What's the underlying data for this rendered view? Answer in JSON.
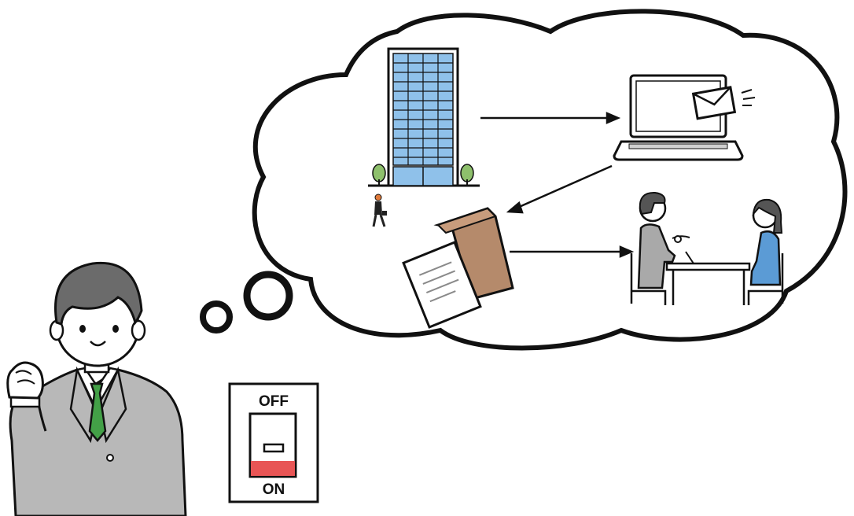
{
  "switch": {
    "label_off": "OFF",
    "label_on": "ON",
    "state": "on"
  },
  "colors": {
    "switch_on": "#e85555",
    "building_glass": "#8fc1ea",
    "tree": "#8ec06c",
    "envelope_box": "#b58a6b",
    "tie": "#43a047",
    "suit": "#b8b8b8",
    "hair": "#6b6b6b",
    "interviewer_suit": "#a9a9a9",
    "candidate_shirt": "#5b9bd5",
    "outline": "#111111"
  },
  "icons": [
    "thinking-man",
    "thought-bubble",
    "office-building",
    "laptop-with-mail",
    "documents-and-envelope",
    "interview-scene",
    "power-switch"
  ]
}
